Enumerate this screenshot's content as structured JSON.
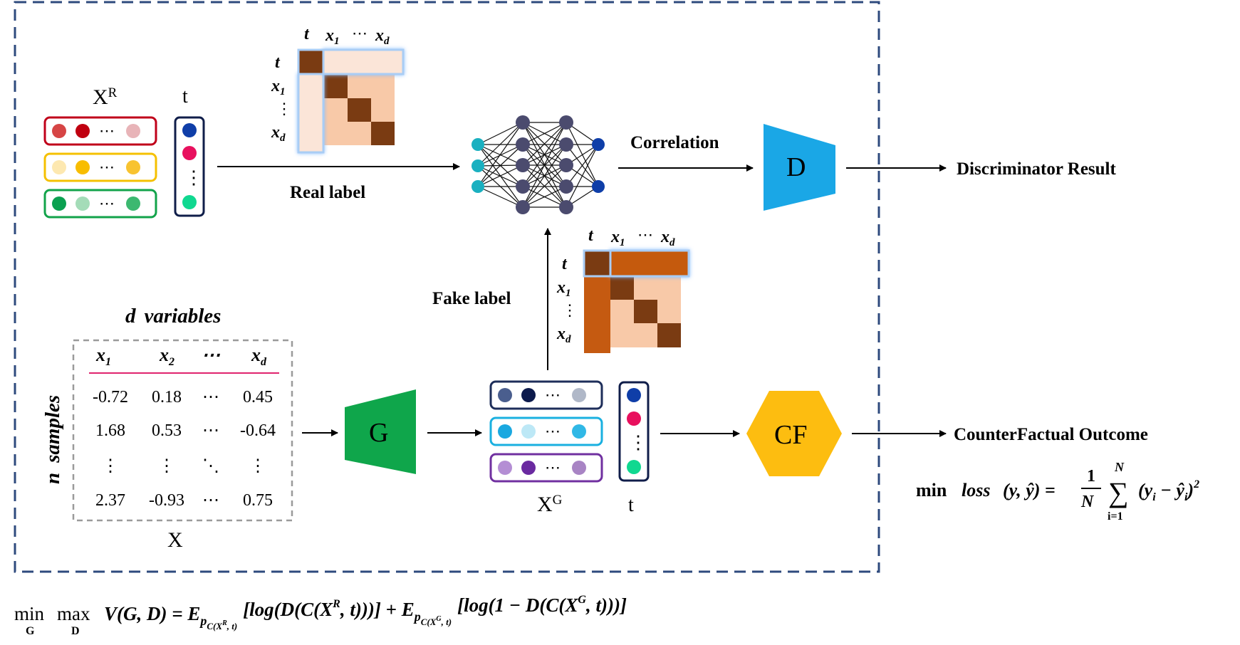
{
  "labels": {
    "xr": "X",
    "xr_sup": "R",
    "t_top": "t",
    "real_label": "Real label",
    "fake_label": "Fake label",
    "correlation": "Correlation",
    "d_block": "D",
    "g_block": "G",
    "cf_block": "CF",
    "discriminator_result": "Discriminator  Result",
    "counterfactual_outcome": "CounterFactual  Outcome",
    "xg": "X",
    "xg_sup": "G",
    "t_bottom": "t",
    "x_caption": "X"
  },
  "matrix": {
    "col_t": "t",
    "col_x1": "x",
    "col_x1_sub": "1",
    "col_dots": "⋯",
    "col_xd": "x",
    "col_xd_sub": "d",
    "row_t": "t",
    "row_x1": "x",
    "row_x1_sub": "1",
    "row_vdots": "⋮",
    "row_xd": "x",
    "row_xd_sub": "d"
  },
  "table": {
    "title_d": "d",
    "title_rest": "variables",
    "side_n": "n",
    "side_rest": "samples",
    "headers": [
      {
        "v": "x",
        "sub": "1"
      },
      {
        "v": "x",
        "sub": "2"
      },
      {
        "v": "⋯",
        "sub": ""
      },
      {
        "v": "x",
        "sub": "d"
      }
    ],
    "rows": [
      [
        "-0.72",
        "0.18",
        "⋯",
        "0.45"
      ],
      [
        "1.68",
        "0.53",
        "⋯",
        "-0.64"
      ],
      [
        "⋮",
        "⋮",
        "⋱",
        "⋮"
      ],
      [
        "2.37",
        "-0.93",
        "⋯",
        "0.75"
      ]
    ]
  },
  "formulas": {
    "loss_min": "min",
    "loss_name": "loss",
    "loss_args": "(y, ŷ) =",
    "frac_num": "1",
    "frac_den": "N",
    "sum_top": "N",
    "sum_sign": "∑",
    "sum_bottom": "i=1",
    "loss_term": "(y",
    "loss_term_i": "i",
    "loss_minus": " − ŷ",
    "loss_minus_i": "i",
    "loss_close": ")",
    "loss_sq": "2",
    "objective_min": "min",
    "objective_min_sub": "G",
    "objective_max": "max",
    "objective_max_sub": "D",
    "objective_body": "V(G, D) = E",
    "objective_p1": "p",
    "objective_p1_sub": "C(X",
    "objective_p1_sup": "R",
    "objective_p1_end": ", t)",
    "objective_term1": "[log(D(C(X",
    "objective_term1_sup": "R",
    "objective_term1_end": ", t)))] + E",
    "objective_p2": "p",
    "objective_p2_sub": "C(X",
    "objective_p2_sup": "G",
    "objective_p2_end": ", t)",
    "objective_term2": "[log(1 − D(C(X",
    "objective_term2_sup": "G",
    "objective_term2_end": ", t)))]"
  },
  "colors": {
    "frame": "#2e4a7d",
    "d_block": "#1aa7e6",
    "g_block": "#0fa64b",
    "cf_block": "#fdbd10",
    "matrix_dark": "#7a3b12",
    "matrix_light": "#f8c9a8",
    "matrix_pale": "#fbe5d8",
    "matrix_fake": "#c55a11",
    "nn_input": "#1ab0c0",
    "nn_hidden": "#4b4b6e",
    "nn_output": "#0f3ea8",
    "accent_line": "#e0246e"
  },
  "xr_rows": [
    {
      "border": "#c0001a",
      "dots": [
        "#d64545",
        "#c00010",
        "#e8b4b8"
      ]
    },
    {
      "border": "#f5c000",
      "dots": [
        "#fde8b0",
        "#f8bd00",
        "#f8c330"
      ]
    },
    {
      "border": "#12a34a",
      "dots": [
        "#0aa050",
        "#a4dcb8",
        "#3cb870"
      ]
    }
  ],
  "xg_rows": [
    {
      "border": "#1e2e5a",
      "dots": [
        "#4a5e8e",
        "#0c1a4c",
        "#b0b8c8"
      ]
    },
    {
      "border": "#1ab0e0",
      "dots": [
        "#1aa8e0",
        "#bde8f6",
        "#30b8e6"
      ]
    },
    {
      "border": "#7030a0",
      "dots": [
        "#b48ed4",
        "#6a2aa0",
        "#a884c4"
      ]
    }
  ],
  "t_dots": [
    "#0f3ea8",
    "#e8105e",
    "#10d890"
  ],
  "t_box_border": "#101e4a"
}
